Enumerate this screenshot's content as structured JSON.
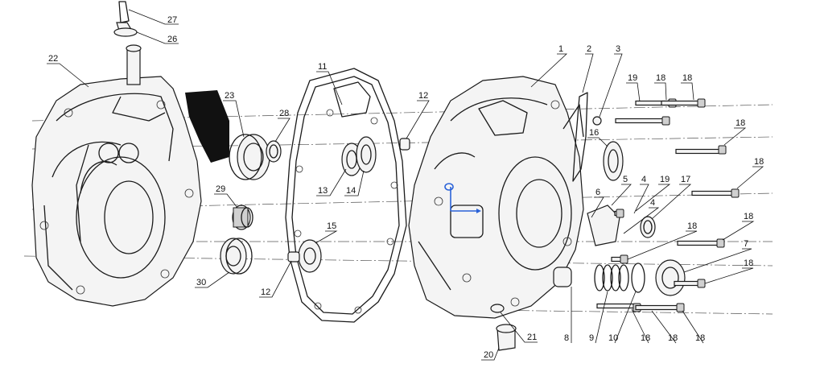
{
  "diagram": {
    "callouts": [
      {
        "id": "c27",
        "label": "27"
      },
      {
        "id": "c26",
        "label": "26"
      },
      {
        "id": "c22",
        "label": "22"
      },
      {
        "id": "c23",
        "label": "23"
      },
      {
        "id": "c28",
        "label": "28"
      },
      {
        "id": "c11",
        "label": "11"
      },
      {
        "id": "c12a",
        "label": "12"
      },
      {
        "id": "c13",
        "label": "13"
      },
      {
        "id": "c14",
        "label": "14"
      },
      {
        "id": "c15",
        "label": "15"
      },
      {
        "id": "c29",
        "label": "29"
      },
      {
        "id": "c30",
        "label": "30"
      },
      {
        "id": "c12b",
        "label": "12"
      },
      {
        "id": "c1",
        "label": "1"
      },
      {
        "id": "c2",
        "label": "2"
      },
      {
        "id": "c3",
        "label": "3"
      },
      {
        "id": "c19a",
        "label": "19"
      },
      {
        "id": "c18a",
        "label": "18"
      },
      {
        "id": "c18b",
        "label": "18"
      },
      {
        "id": "c16",
        "label": "16"
      },
      {
        "id": "c18c",
        "label": "18"
      },
      {
        "id": "c18d",
        "label": "18"
      },
      {
        "id": "c5",
        "label": "5"
      },
      {
        "id": "c4a",
        "label": "4"
      },
      {
        "id": "c19b",
        "label": "19"
      },
      {
        "id": "c17",
        "label": "17"
      },
      {
        "id": "c6",
        "label": "6"
      },
      {
        "id": "c4b",
        "label": "4"
      },
      {
        "id": "c18e",
        "label": "18"
      },
      {
        "id": "c18f",
        "label": "18"
      },
      {
        "id": "c7",
        "label": "7"
      },
      {
        "id": "c18g",
        "label": "18"
      },
      {
        "id": "c8",
        "label": "8"
      },
      {
        "id": "c9",
        "label": "9"
      },
      {
        "id": "c10",
        "label": "10"
      },
      {
        "id": "c18h",
        "label": "18"
      },
      {
        "id": "c18i",
        "label": "18"
      },
      {
        "id": "c18j",
        "label": "18"
      },
      {
        "id": "c21",
        "label": "21"
      },
      {
        "id": "c20",
        "label": "20"
      }
    ]
  }
}
